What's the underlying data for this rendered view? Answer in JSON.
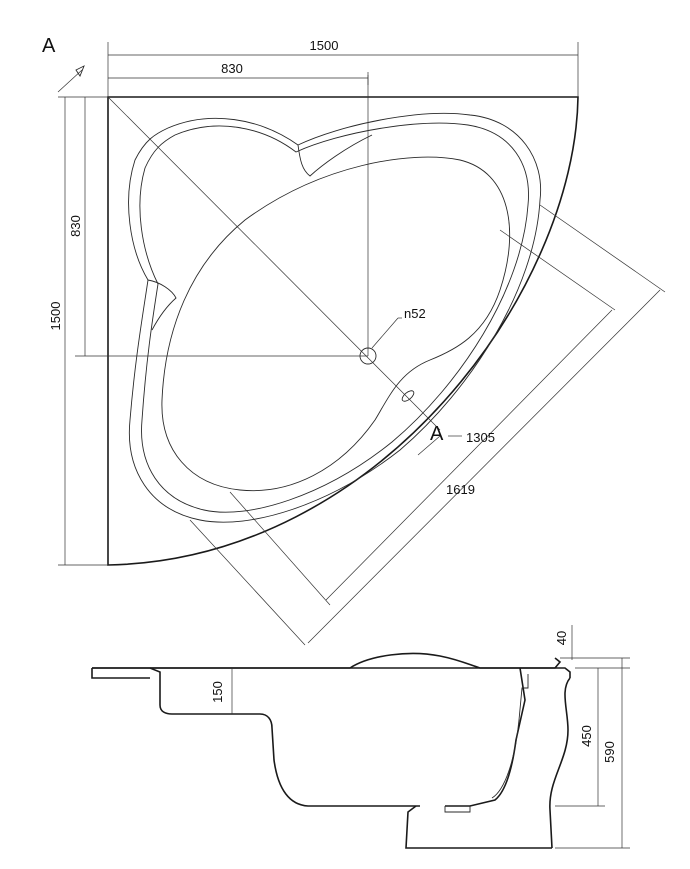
{
  "section_markers": {
    "top": "A",
    "bottom": "A"
  },
  "dimensions": {
    "overall_width": "1500",
    "half_width": "830",
    "overall_height": "1500",
    "half_height": "830",
    "drain": "n52",
    "inner_diagonal": "1305",
    "outer_diagonal": "1619",
    "rim_thickness": "40",
    "seat_depth": "150",
    "inner_depth": "450",
    "total_height": "590"
  }
}
